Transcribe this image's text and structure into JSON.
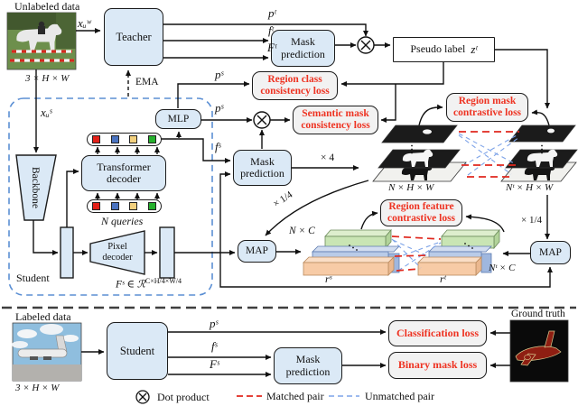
{
  "top": {
    "unlabeled_data_label": "Unlabeled data",
    "input_dims": "3 × H × W",
    "x_u_w": "xᵤʷ",
    "teacher_label": "Teacher",
    "ema_label": "EMA",
    "p_t": "pᵗ",
    "f_t": "fᵗ",
    "F_t": "Fᵗ",
    "mask_prediction_label": "Mask prediction",
    "pseudo_label_text": "Pseudo label",
    "z_t": "zᵗ"
  },
  "student": {
    "x_u_s": "xᵤˢ",
    "backbone_label": "Backbone",
    "transformer_decoder_label": "Transformer decoder",
    "n_queries_label": "N queries",
    "pixel_decoder_label": "Pixel decoder",
    "student_label": "Student",
    "feature_shape_base": "Fˢ ∈ ℛ",
    "feature_shape_sup": "C×H/4×W/4",
    "mlp_label": "MLP",
    "p_s_top": "pˢ",
    "p_s_mid": "pˢ",
    "f_s": "fˢ",
    "mask_prediction_label": "Mask prediction",
    "map_label": "MAP"
  },
  "losses": {
    "region_class": "Region class consistency loss",
    "semantic_mask": "Semantic mask consistency loss",
    "region_mask": "Region mask contrastive loss",
    "region_feature": "Region feature contrastive loss",
    "classification": "Classification loss",
    "binary_mask": "Binary mask loss"
  },
  "regions": {
    "times_4": "× 4",
    "times_quarter_left": "× 1/4",
    "times_quarter_right": "× 1/4",
    "n_h_w": "N × H × W",
    "nt_h_w": "Nᵗ × H × W",
    "n_c": "N × C",
    "nt_c": "Nᵗ × C",
    "r_s": "rˢ",
    "r_t": "rᵗ",
    "map_label": "MAP"
  },
  "bottom": {
    "labeled_data_label": "Labeled data",
    "input_dims": "3 × H × W",
    "student_label": "Student",
    "p_s": "pˢ",
    "f_s": "fˢ",
    "F_s": "Fˢ",
    "mask_prediction_label": "Mask prediction",
    "ground_truth_label": "Ground truth"
  },
  "legend": {
    "dot_product": "Dot product",
    "matched_pair": "Matched pair",
    "unmatched_pair": "Unmatched pair"
  },
  "colors": {
    "box_fill": "#dbe9f6",
    "loss_fill": "#f2f2f2",
    "loss_text": "#ee3322",
    "matched_dash": "#e0281e",
    "unmatched_dash": "#7da3e8",
    "student_border": "#5b8fd4",
    "query_red": "#e32119",
    "query_blue": "#4a73c0",
    "query_yellow": "#f2d07e",
    "query_green": "#25b02c",
    "bar_green": "#c9e5b4",
    "bar_blue": "#b9cbe8",
    "bar_orange": "#f7cba6"
  }
}
